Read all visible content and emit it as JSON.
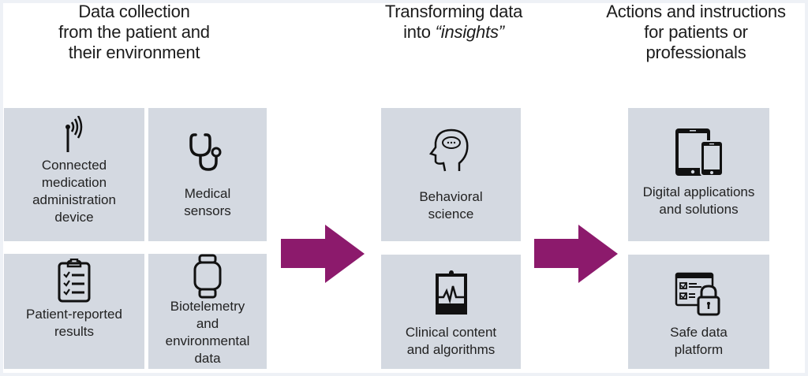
{
  "colors": {
    "arrow": "#8c1a6c",
    "box": "#d4d9e1",
    "background": "#ffffff",
    "text": "#1c1c1c"
  },
  "columns": [
    {
      "heading": "Data collection\nfrom the patient and\ntheir environment",
      "items": [
        {
          "label": "Connected\nmedication\nadministration\ndevice",
          "icon": "antenna-signal-icon"
        },
        {
          "label": "Medical\nsensors",
          "icon": "stethoscope-icon"
        },
        {
          "label": "Patient-reported\nresults",
          "icon": "clipboard-checklist-icon"
        },
        {
          "label": "Biotelemetry\nand\nenvironmental\ndata",
          "icon": "smartwatch-icon"
        }
      ]
    },
    {
      "heading_line1": "Transforming data",
      "heading_line2_prefix": "into ",
      "heading_line2_em": "“insights”",
      "items": [
        {
          "label": "Behavioral\nscience",
          "icon": "head-thought-icon"
        },
        {
          "label": "Clinical content\nand algorithms",
          "icon": "clipboard-heartbeat-icon"
        }
      ]
    },
    {
      "heading": "Actions and instructions\nfor patients or\nprofessionals",
      "items": [
        {
          "label": "Digital applications\nand solutions",
          "icon": "tablet-phone-icon"
        },
        {
          "label": "Safe data\nplatform",
          "icon": "secure-form-lock-icon"
        }
      ]
    }
  ],
  "arrows": [
    {
      "from": "Data collection",
      "to": "Transforming data",
      "icon": "right-arrow-icon"
    },
    {
      "from": "Transforming data",
      "to": "Actions and instructions",
      "icon": "right-arrow-icon"
    }
  ]
}
